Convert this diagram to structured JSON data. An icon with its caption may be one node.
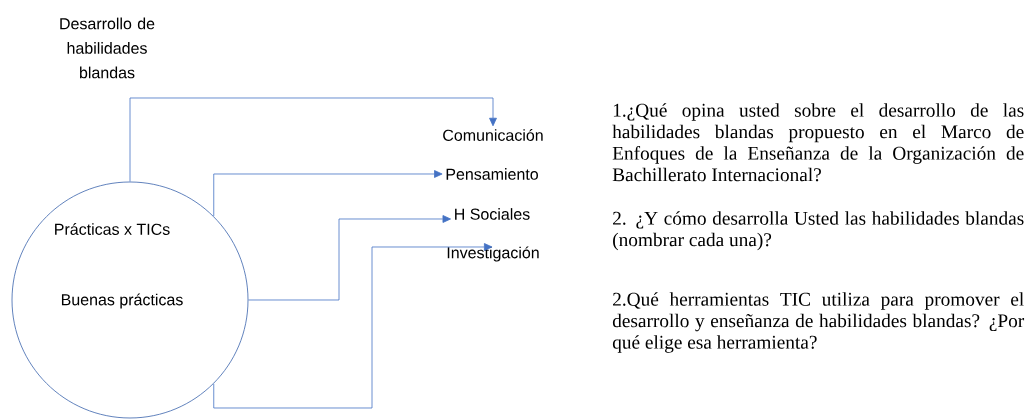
{
  "diagram": {
    "title": "Desarrollo de habilidades blandas",
    "nodes": [
      {
        "text": [
          "Prácticas x TICs",
          "Buenas prácticas"
        ]
      },
      {
        "text": [
          "Comunicación"
        ]
      },
      {
        "text": [
          "Pensamiento"
        ]
      },
      {
        "text": [
          "H Sociales"
        ]
      },
      {
        "text": [
          "Investigación"
        ]
      }
    ],
    "edges": [
      {
        "from": 0,
        "to": 1,
        "arrow": "to"
      },
      {
        "from": 0,
        "to": 2,
        "arrow": "to"
      },
      {
        "from": 0,
        "to": 3,
        "arrow": "to"
      },
      {
        "from": 0,
        "to": 4,
        "arrow": "to"
      }
    ],
    "labels": [
      "1.¿Qué opina usted sobre el desarrollo de las habilidades blandas propuesto en el Marco de Enfoques de la Enseñanza de la Organización de Bachillerato Internacional?",
      "2. ¿Y cómo desarrolla Usted las habilidades blandas (nombrar cada una)?",
      "2.Qué herramientas TIC utiliza para promover el desarrollo y  enseñanza de habilidades blandas? ¿Por qué elige esa herramienta?"
    ]
  }
}
